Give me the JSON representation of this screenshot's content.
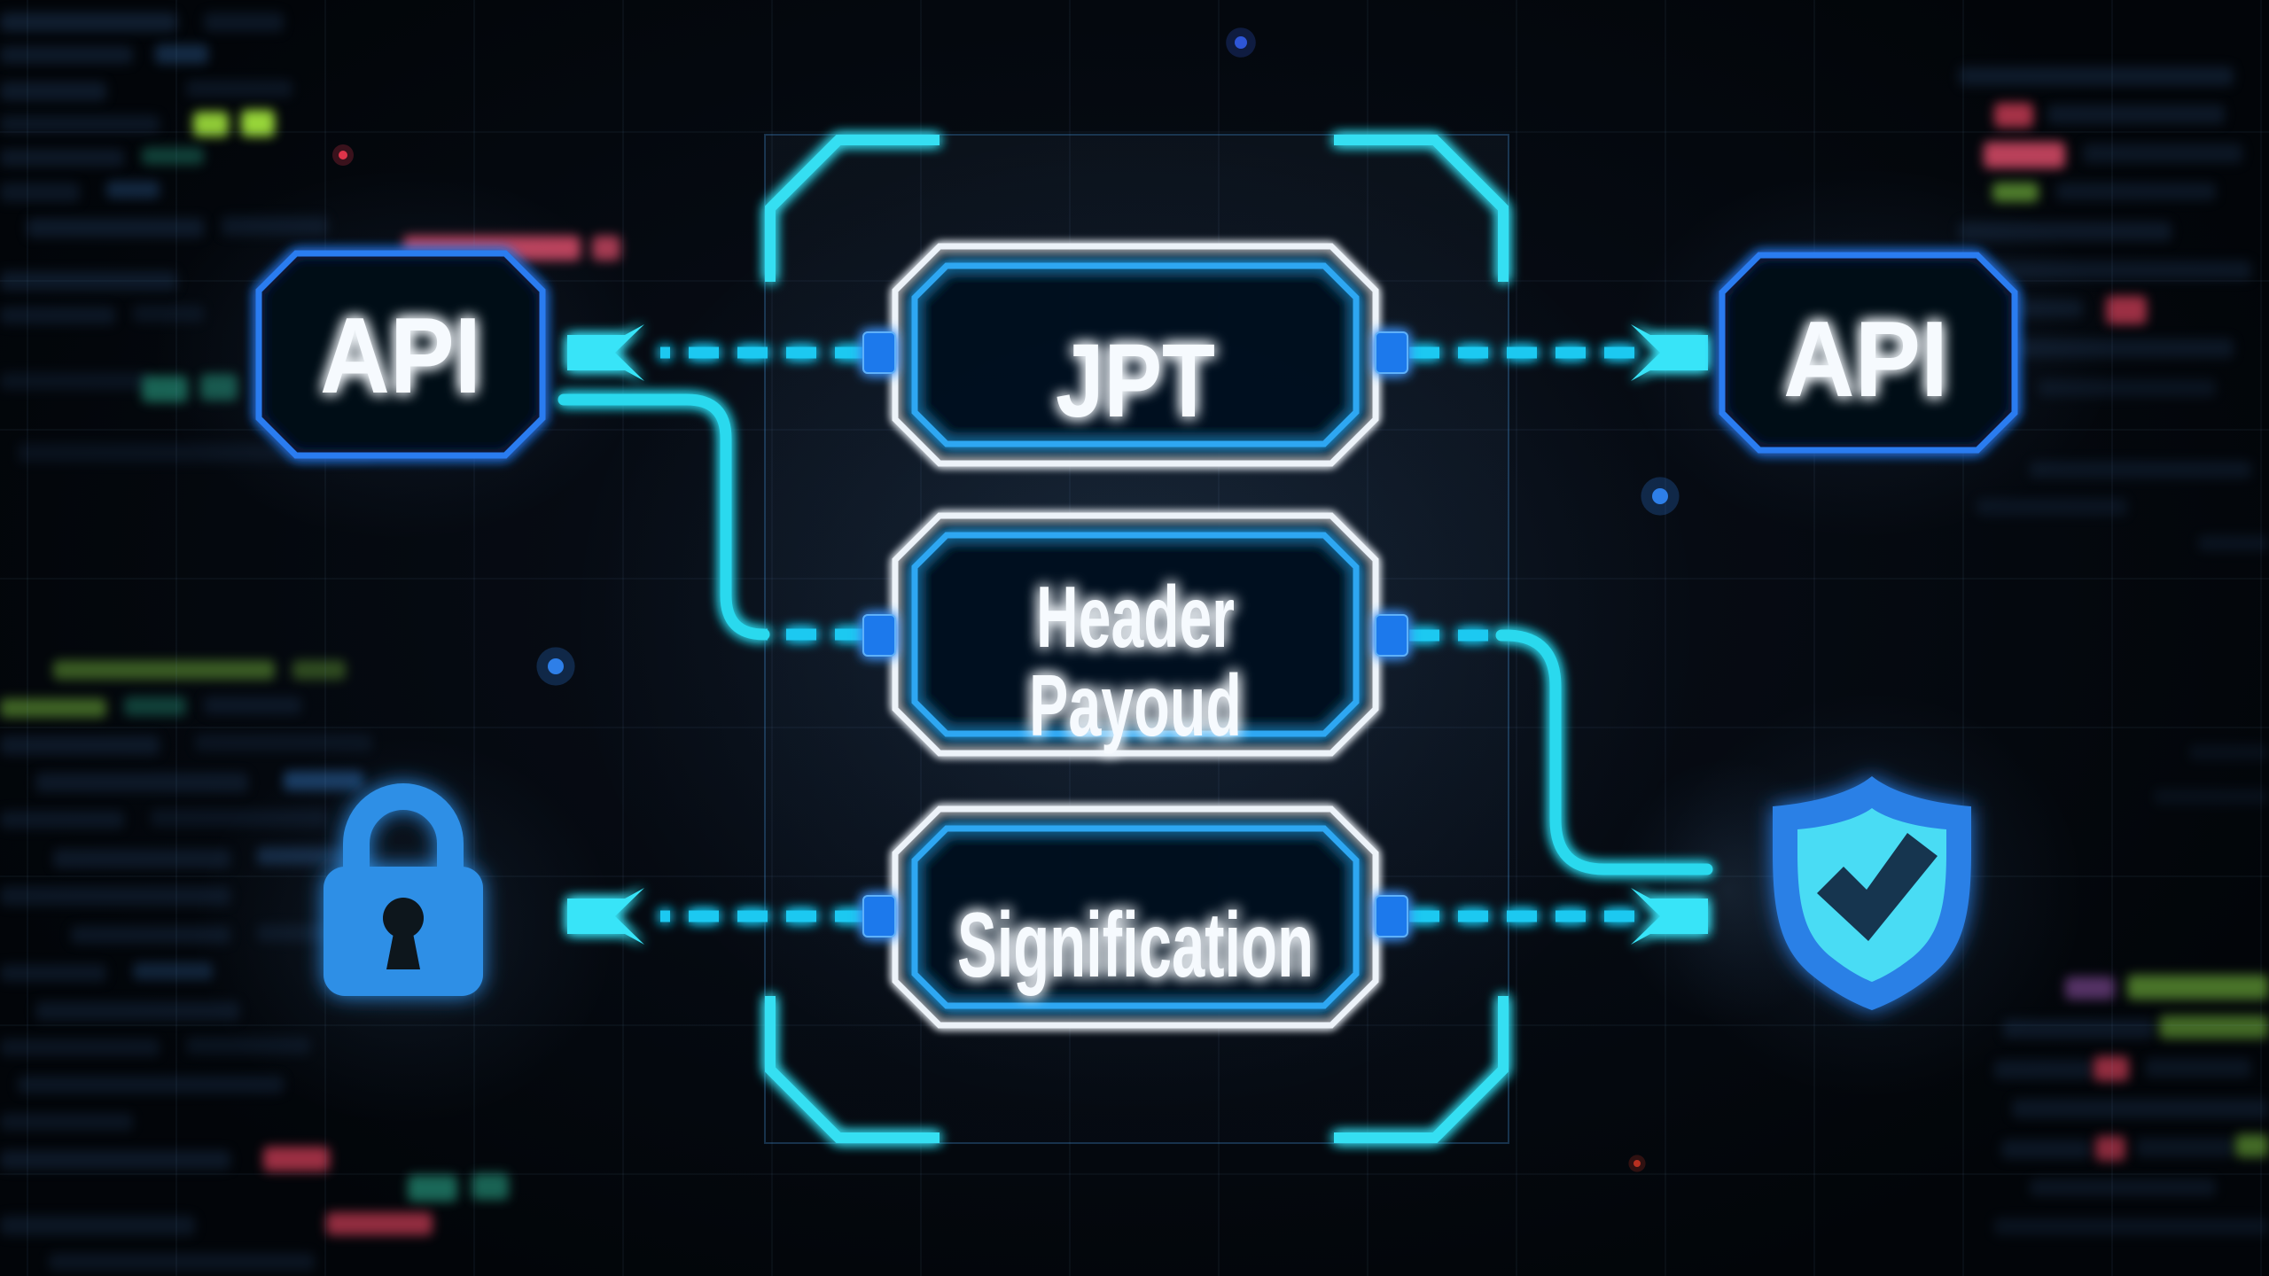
{
  "title": "JWT API token flow neon diagram",
  "nodes": {
    "api_left": {
      "label": "API"
    },
    "api_right": {
      "label": "API"
    },
    "token_box": {
      "label": "JPT"
    },
    "header_box": {
      "line1": "Header",
      "line2": "Payoud"
    },
    "signature_box": {
      "label": "Signification"
    }
  },
  "icons": {
    "lock": "lock-icon",
    "shield_check": "shield-check-icon"
  },
  "colors": {
    "bracket_cyan": "#35dff2",
    "dash_cyan": "#1fc9f1",
    "arrow_cyan": "#38e4f8",
    "elbow_cyan": "#2bd9ee",
    "box_outer_white": "#edf3f9",
    "box_inner_blue": "#2fa7f2",
    "api_border_blue": "#2b7bf0",
    "port_blue": "#1b79ec",
    "lock_blue": "#2f8fe6",
    "shield_outer_blue": "#2b80e6",
    "shield_inner_cyan": "#49dcf4",
    "check_navy": "#16344f",
    "text_white": "#f6fafe"
  },
  "background": {
    "palette": {
      "n": "#16283f",
      "b": "#27507f",
      "B": "#2f6fb5",
      "t": "#1f7a66",
      "g": "#6fae3a",
      "G": "#9fe03c",
      "r": "#c23a52",
      "R": "#e8506e",
      "p": "#8a4fa0",
      "c": "#2a8ba0"
    },
    "code_rows": [
      [
        0,
        14,
        200,
        22,
        "n",
        0.7
      ],
      [
        230,
        14,
        90,
        22,
        "n",
        0.5
      ],
      [
        0,
        52,
        150,
        20,
        "n",
        0.6
      ],
      [
        175,
        50,
        60,
        22,
        "b",
        0.5
      ],
      [
        0,
        92,
        120,
        22,
        "n",
        0.6
      ],
      [
        210,
        90,
        120,
        20,
        "n",
        0.45
      ],
      [
        0,
        130,
        180,
        20,
        "n",
        0.5
      ],
      [
        218,
        126,
        40,
        28,
        "G",
        0.9
      ],
      [
        272,
        124,
        38,
        30,
        "G",
        0.95
      ],
      [
        0,
        168,
        140,
        20,
        "n",
        0.55
      ],
      [
        160,
        166,
        70,
        20,
        "t",
        0.5
      ],
      [
        0,
        206,
        90,
        22,
        "n",
        0.5
      ],
      [
        120,
        204,
        60,
        20,
        "b",
        0.45
      ],
      [
        30,
        246,
        200,
        22,
        "n",
        0.6
      ],
      [
        250,
        244,
        120,
        22,
        "n",
        0.5
      ],
      [
        455,
        266,
        200,
        28,
        "R",
        0.8
      ],
      [
        668,
        266,
        32,
        28,
        "R",
        0.7
      ],
      [
        0,
        306,
        200,
        22,
        "n",
        0.6
      ],
      [
        330,
        304,
        110,
        24,
        "t",
        0.55
      ],
      [
        0,
        346,
        130,
        20,
        "n",
        0.5
      ],
      [
        150,
        344,
        80,
        20,
        "n",
        0.4
      ],
      [
        310,
        378,
        46,
        26,
        "G",
        0.85
      ],
      [
        372,
        376,
        40,
        28,
        "G",
        0.8
      ],
      [
        0,
        420,
        170,
        20,
        "n",
        0.4
      ],
      [
        160,
        424,
        52,
        30,
        "t",
        0.8
      ],
      [
        226,
        422,
        42,
        30,
        "t",
        0.7
      ],
      [
        20,
        500,
        400,
        22,
        "n",
        0.35
      ],
      [
        60,
        745,
        250,
        22,
        "g",
        0.5
      ],
      [
        330,
        745,
        60,
        22,
        "g",
        0.4
      ],
      [
        0,
        788,
        120,
        22,
        "g",
        0.55
      ],
      [
        140,
        786,
        70,
        22,
        "t",
        0.5
      ],
      [
        230,
        786,
        110,
        20,
        "n",
        0.5
      ],
      [
        0,
        830,
        180,
        22,
        "n",
        0.55
      ],
      [
        220,
        828,
        200,
        20,
        "n",
        0.4
      ],
      [
        40,
        872,
        240,
        22,
        "n",
        0.55
      ],
      [
        320,
        870,
        90,
        22,
        "B",
        0.5
      ],
      [
        0,
        915,
        140,
        20,
        "n",
        0.5
      ],
      [
        170,
        913,
        200,
        20,
        "n",
        0.4
      ],
      [
        60,
        958,
        200,
        22,
        "n",
        0.55
      ],
      [
        290,
        956,
        120,
        20,
        "b",
        0.45
      ],
      [
        0,
        1000,
        260,
        22,
        "n",
        0.5
      ],
      [
        80,
        1045,
        180,
        20,
        "n",
        0.5
      ],
      [
        290,
        1043,
        130,
        20,
        "n",
        0.4
      ],
      [
        0,
        1088,
        120,
        20,
        "n",
        0.5
      ],
      [
        150,
        1086,
        90,
        20,
        "b",
        0.4
      ],
      [
        40,
        1130,
        230,
        22,
        "n",
        0.5
      ],
      [
        0,
        1172,
        180,
        20,
        "n",
        0.45
      ],
      [
        210,
        1170,
        140,
        20,
        "n",
        0.4
      ],
      [
        20,
        1214,
        300,
        20,
        "n",
        0.5
      ],
      [
        0,
        1256,
        150,
        20,
        "n",
        0.45
      ],
      [
        0,
        1298,
        260,
        22,
        "n",
        0.55
      ],
      [
        297,
        1294,
        75,
        28,
        "r",
        0.8
      ],
      [
        460,
        1326,
        56,
        30,
        "t",
        0.85
      ],
      [
        532,
        1324,
        42,
        30,
        "t",
        0.8
      ],
      [
        0,
        1372,
        220,
        22,
        "n",
        0.5
      ],
      [
        368,
        1368,
        120,
        26,
        "r",
        0.75
      ],
      [
        55,
        1414,
        300,
        20,
        "n",
        0.45
      ],
      [
        2210,
        75,
        310,
        22,
        "n",
        0.6
      ],
      [
        2250,
        116,
        44,
        28,
        "r",
        0.85
      ],
      [
        2310,
        118,
        200,
        22,
        "n",
        0.55
      ],
      [
        2238,
        160,
        92,
        30,
        "R",
        0.8
      ],
      [
        2350,
        162,
        180,
        22,
        "n",
        0.5
      ],
      [
        2248,
        206,
        52,
        22,
        "g",
        0.7
      ],
      [
        2320,
        206,
        180,
        20,
        "n",
        0.5
      ],
      [
        2210,
        250,
        240,
        22,
        "n",
        0.55
      ],
      [
        2240,
        294,
        300,
        22,
        "n",
        0.5
      ],
      [
        2210,
        338,
        140,
        20,
        "n",
        0.5
      ],
      [
        2376,
        334,
        46,
        32,
        "r",
        0.8
      ],
      [
        2260,
        382,
        260,
        22,
        "n",
        0.5
      ],
      [
        2300,
        428,
        200,
        20,
        "n",
        0.4
      ],
      [
        2290,
        520,
        250,
        20,
        "n",
        0.45
      ],
      [
        2230,
        562,
        170,
        20,
        "n",
        0.4
      ],
      [
        2480,
        604,
        80,
        18,
        "n",
        0.4
      ],
      [
        2470,
        840,
        90,
        18,
        "n",
        0.3
      ],
      [
        2430,
        890,
        130,
        18,
        "n",
        0.3
      ],
      [
        2330,
        1102,
        56,
        26,
        "p",
        0.6
      ],
      [
        2400,
        1100,
        160,
        28,
        "g",
        0.65
      ],
      [
        2260,
        1150,
        170,
        22,
        "n",
        0.55
      ],
      [
        2436,
        1146,
        124,
        26,
        "g",
        0.6
      ],
      [
        2250,
        1196,
        110,
        22,
        "n",
        0.5
      ],
      [
        2362,
        1192,
        40,
        28,
        "r",
        0.75
      ],
      [
        2420,
        1194,
        120,
        22,
        "n",
        0.45
      ],
      [
        2270,
        1240,
        290,
        22,
        "n",
        0.5
      ],
      [
        2258,
        1286,
        100,
        22,
        "n",
        0.5
      ],
      [
        2364,
        1282,
        34,
        28,
        "r",
        0.7
      ],
      [
        2410,
        1284,
        110,
        22,
        "n",
        0.45
      ],
      [
        2522,
        1280,
        38,
        26,
        "g",
        0.6
      ],
      [
        2290,
        1330,
        210,
        20,
        "n",
        0.45
      ],
      [
        2250,
        1374,
        310,
        20,
        "n",
        0.4
      ]
    ],
    "dots": [
      [
        387,
        175,
        "#e0344a",
        5
      ],
      [
        1400,
        48,
        "#2e56d8",
        7
      ],
      [
        1847,
        1313,
        "#b83020",
        4
      ],
      [
        627,
        752,
        "#2e7fe8",
        9
      ],
      [
        1873,
        560,
        "#2e7fe8",
        9
      ]
    ]
  }
}
